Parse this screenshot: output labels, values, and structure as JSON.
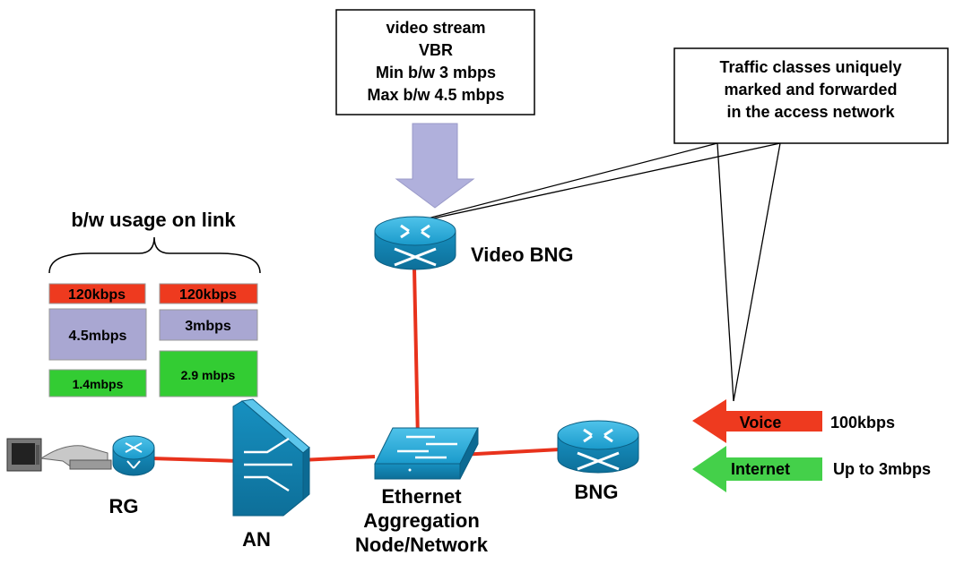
{
  "video_box": {
    "lines": [
      "video stream",
      "VBR",
      "Min b/w 3 mbps",
      "Max b/w 4.5 mbps"
    ]
  },
  "traffic_box": {
    "lines": [
      "Traffic classes uniquely",
      "marked and forwarded",
      "in the access network"
    ]
  },
  "usage": {
    "title": "b/w usage on link",
    "col1": {
      "voice": "120kbps",
      "video": "4.5mbps",
      "internet": "1.4mbps"
    },
    "col2": {
      "voice": "120kbps",
      "video": "3mbps",
      "internet": "2.9 mbps"
    }
  },
  "nodes": {
    "video_bng": "Video BNG",
    "rg": "RG",
    "an": "AN",
    "eth_agg": [
      "Ethernet",
      "Aggregation",
      "Node/Network"
    ],
    "bng": "BNG"
  },
  "flows": {
    "voice": {
      "label": "Voice",
      "rate": "100kbps"
    },
    "internet": {
      "label": "Internet",
      "rate": "Up to 3mbps"
    }
  },
  "colors": {
    "voice": "#ee3a1f",
    "video": "#a9a7d2",
    "internet": "#33cc33",
    "link": "#e8321c",
    "device": "#1293c4",
    "arrow_down": "#b0b0dc"
  }
}
